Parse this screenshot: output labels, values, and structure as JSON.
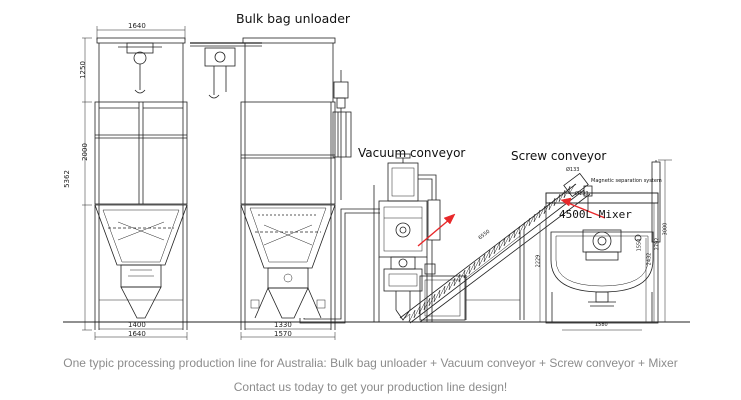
{
  "labels": {
    "bulk_bag_unloader": "Bulk bag unloader",
    "vacuum_conveyor": "Vacuum conveyor",
    "screw_conveyor": "Screw conveyor",
    "magnetic_separation": "Magnetic separation system",
    "mixer": "4500L  Mixer"
  },
  "dimensions": {
    "left_top_width": "1640",
    "left_height_top": "1250",
    "left_height_mid": "2000",
    "left_height_total": "5362",
    "left_bottom_inner": "1400",
    "left_bottom_outer": "1640",
    "mid_bottom_inner": "1330",
    "mid_bottom_outer": "1570",
    "screw_length": "6550",
    "screw_inlet": "Ø133",
    "screw_outlet": "Ø133",
    "screw_height": "2229",
    "mixer_h1": "1550",
    "mixer_h2": "2432",
    "mixer_h3": "2792",
    "mixer_h4": "3000",
    "mixer_width": "1580"
  },
  "captions": {
    "line1": "One typic processing production line for Australia: Bulk bag unloader + Vacuum conveyor + Screw conveyor + Mixer",
    "line2": "Contact us today to get your production line design!"
  },
  "colors": {
    "line": "#222222",
    "arrow": "#e8282a",
    "caption": "#8c8c8c"
  }
}
